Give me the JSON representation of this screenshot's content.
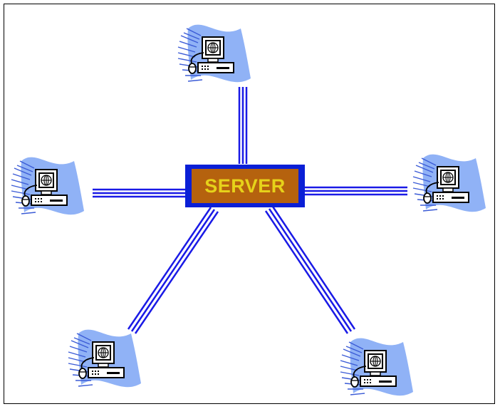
{
  "diagram": {
    "type": "star-network",
    "center": {
      "label": "SERVER"
    },
    "clients": [
      {
        "position": "top"
      },
      {
        "position": "left"
      },
      {
        "position": "right"
      },
      {
        "position": "bottom-left"
      },
      {
        "position": "bottom-right"
      }
    ],
    "icon": "computer-workstation-icon"
  },
  "colors": {
    "link": "#1a1ae6",
    "server_border": "#0a1fd6",
    "server_fill": "#b5620e",
    "server_text": "#e6d21a",
    "client_backdrop": "#7fa6f2",
    "client_streaks": "#3b5bd6"
  }
}
